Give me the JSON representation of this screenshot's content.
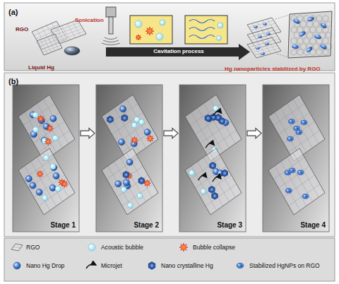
{
  "diagram": {
    "nodes": [
      {
        "text": [
          "Cavitation process"
        ]
      },
      {
        "text": [
          "Stage 1"
        ]
      },
      {
        "text": [
          "Stage 2"
        ]
      },
      {
        "text": [
          "Stage 3"
        ]
      },
      {
        "text": [
          "Stage 4"
        ]
      }
    ],
    "edges": [
      {
        "from": 1,
        "to": 2,
        "arrow": "to"
      },
      {
        "from": 2,
        "to": 3,
        "arrow": "to"
      },
      {
        "from": 3,
        "to": 4,
        "arrow": "to"
      }
    ],
    "labels": [
      "(a)",
      "Sonication",
      "RGO",
      "Liquid Hg",
      "Hg nanoparticles stabilized by RGO",
      "(b)"
    ],
    "legend": [
      {
        "text": "RGO"
      },
      {
        "text": "Acoustic bubble"
      },
      {
        "text": "Bubble collapse"
      },
      {
        "text": "Nano Hg Drop"
      },
      {
        "text": "Microjet"
      },
      {
        "text": "Nano crystalline Hg"
      },
      {
        "text": "Stabilized HgNPs on RGO"
      }
    ]
  }
}
